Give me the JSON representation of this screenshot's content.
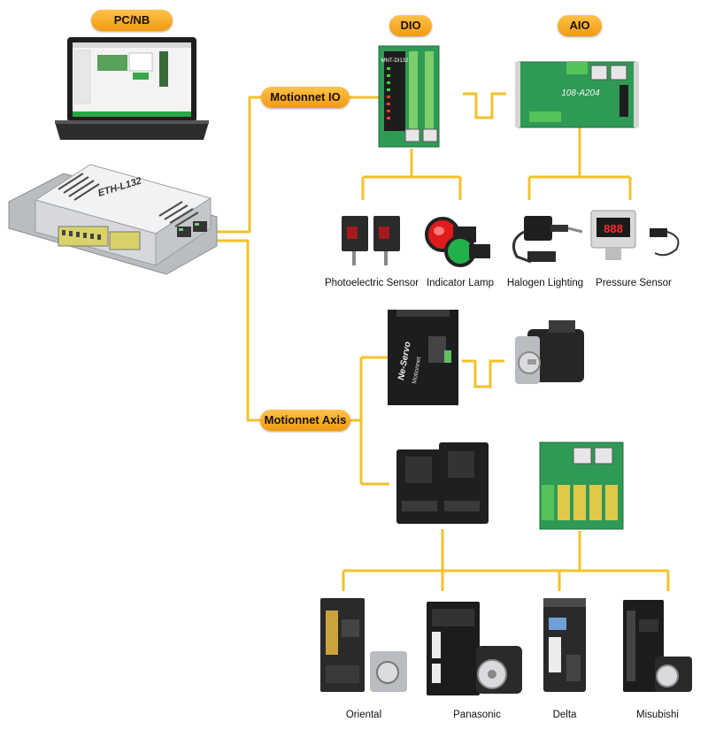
{
  "headers": {
    "pc": "PC/NB",
    "dio": "DIO",
    "aio": "AIO",
    "motionnet_io": "Motionnet IO",
    "motionnet_axis": "Motionnet Axis"
  },
  "device_text": {
    "controller": "ETH-L132",
    "dio_module": "MNT-DI132",
    "aio_module": "108-A204",
    "driver_brand": "Ne-Servo",
    "driver_maker": "Motionnet"
  },
  "colors": {
    "accent": "#f4a21a",
    "line": "#f2c22a",
    "board": "#2f9a55",
    "dark": "#1d1d1d"
  },
  "io_devices": [
    {
      "label": "Photoelectric Sensor"
    },
    {
      "label": "Indicator Lamp"
    },
    {
      "label": "Halogen Lighting"
    },
    {
      "label": "Pressure Sensor"
    }
  ],
  "servo_brands": [
    {
      "label": "Oriental"
    },
    {
      "label": "Panasonic"
    },
    {
      "label": "Delta"
    },
    {
      "label": "Misubishi"
    }
  ]
}
